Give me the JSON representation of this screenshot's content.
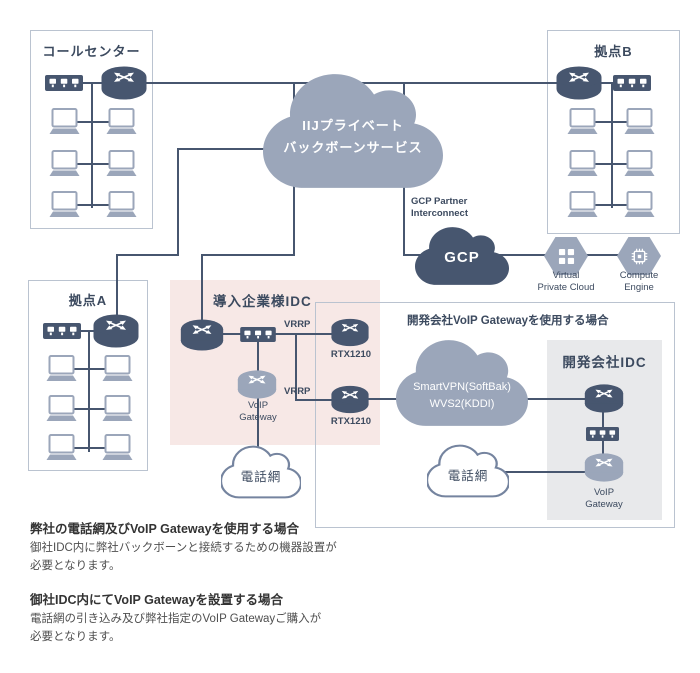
{
  "colors": {
    "node_dark": "#47566f",
    "node_light": "#9ba6ba",
    "connector": "#47566f",
    "customer_idc_bg": "#f7e8e6",
    "dev_idc_bg": "#e8e9eb",
    "box_border": "#bac3d0"
  },
  "call_center": {
    "title": "コールセンター"
  },
  "site_b": {
    "title": "拠点B"
  },
  "site_a": {
    "title": "拠点A"
  },
  "backbone": {
    "line1": "IIJプライベート",
    "line2": "バックボーンサービス"
  },
  "gcp": {
    "partner_line1": "GCP Partner",
    "partner_line2": "Interconnect",
    "cloud_label": "GCP",
    "vpc_line1": "Virtual",
    "vpc_line2": "Private Cloud",
    "compute_line1": "Compute",
    "compute_line2": "Engine"
  },
  "customer_idc": {
    "title": "導入企業様IDC",
    "vrrp_top": "VRRP",
    "vrrp_bottom": "VRRP",
    "rtx_top_label": "RTX1210",
    "rtx_bottom_label": "RTX1210",
    "voip_line1": "VoIP",
    "voip_line2": "Gateway",
    "phone_cloud_label": "電話網"
  },
  "dev_section": {
    "title": "開発会社VoIP Gatewayを使用する場合",
    "vpn_line1": "SmartVPN(SoftBak)",
    "vpn_line2": "WVS2(KDDI)",
    "idc_title": "開発会社IDC",
    "voip_line1": "VoIP",
    "voip_line2": "Gateway",
    "phone_cloud_label": "電話網"
  },
  "notes": [
    {
      "heading": "弊社の電話網及びVoIP Gatewayを使用する場合",
      "line1": "御社IDC内に弊社バックボーンと接続するための機器設置が",
      "line2": "必要となります。"
    },
    {
      "heading": "御社IDC内にてVoIP Gatewayを設置する場合",
      "line1": "電話網の引き込み及び弊社指定のVoIP Gatewayご購入が",
      "line2": "必要となります。"
    }
  ]
}
